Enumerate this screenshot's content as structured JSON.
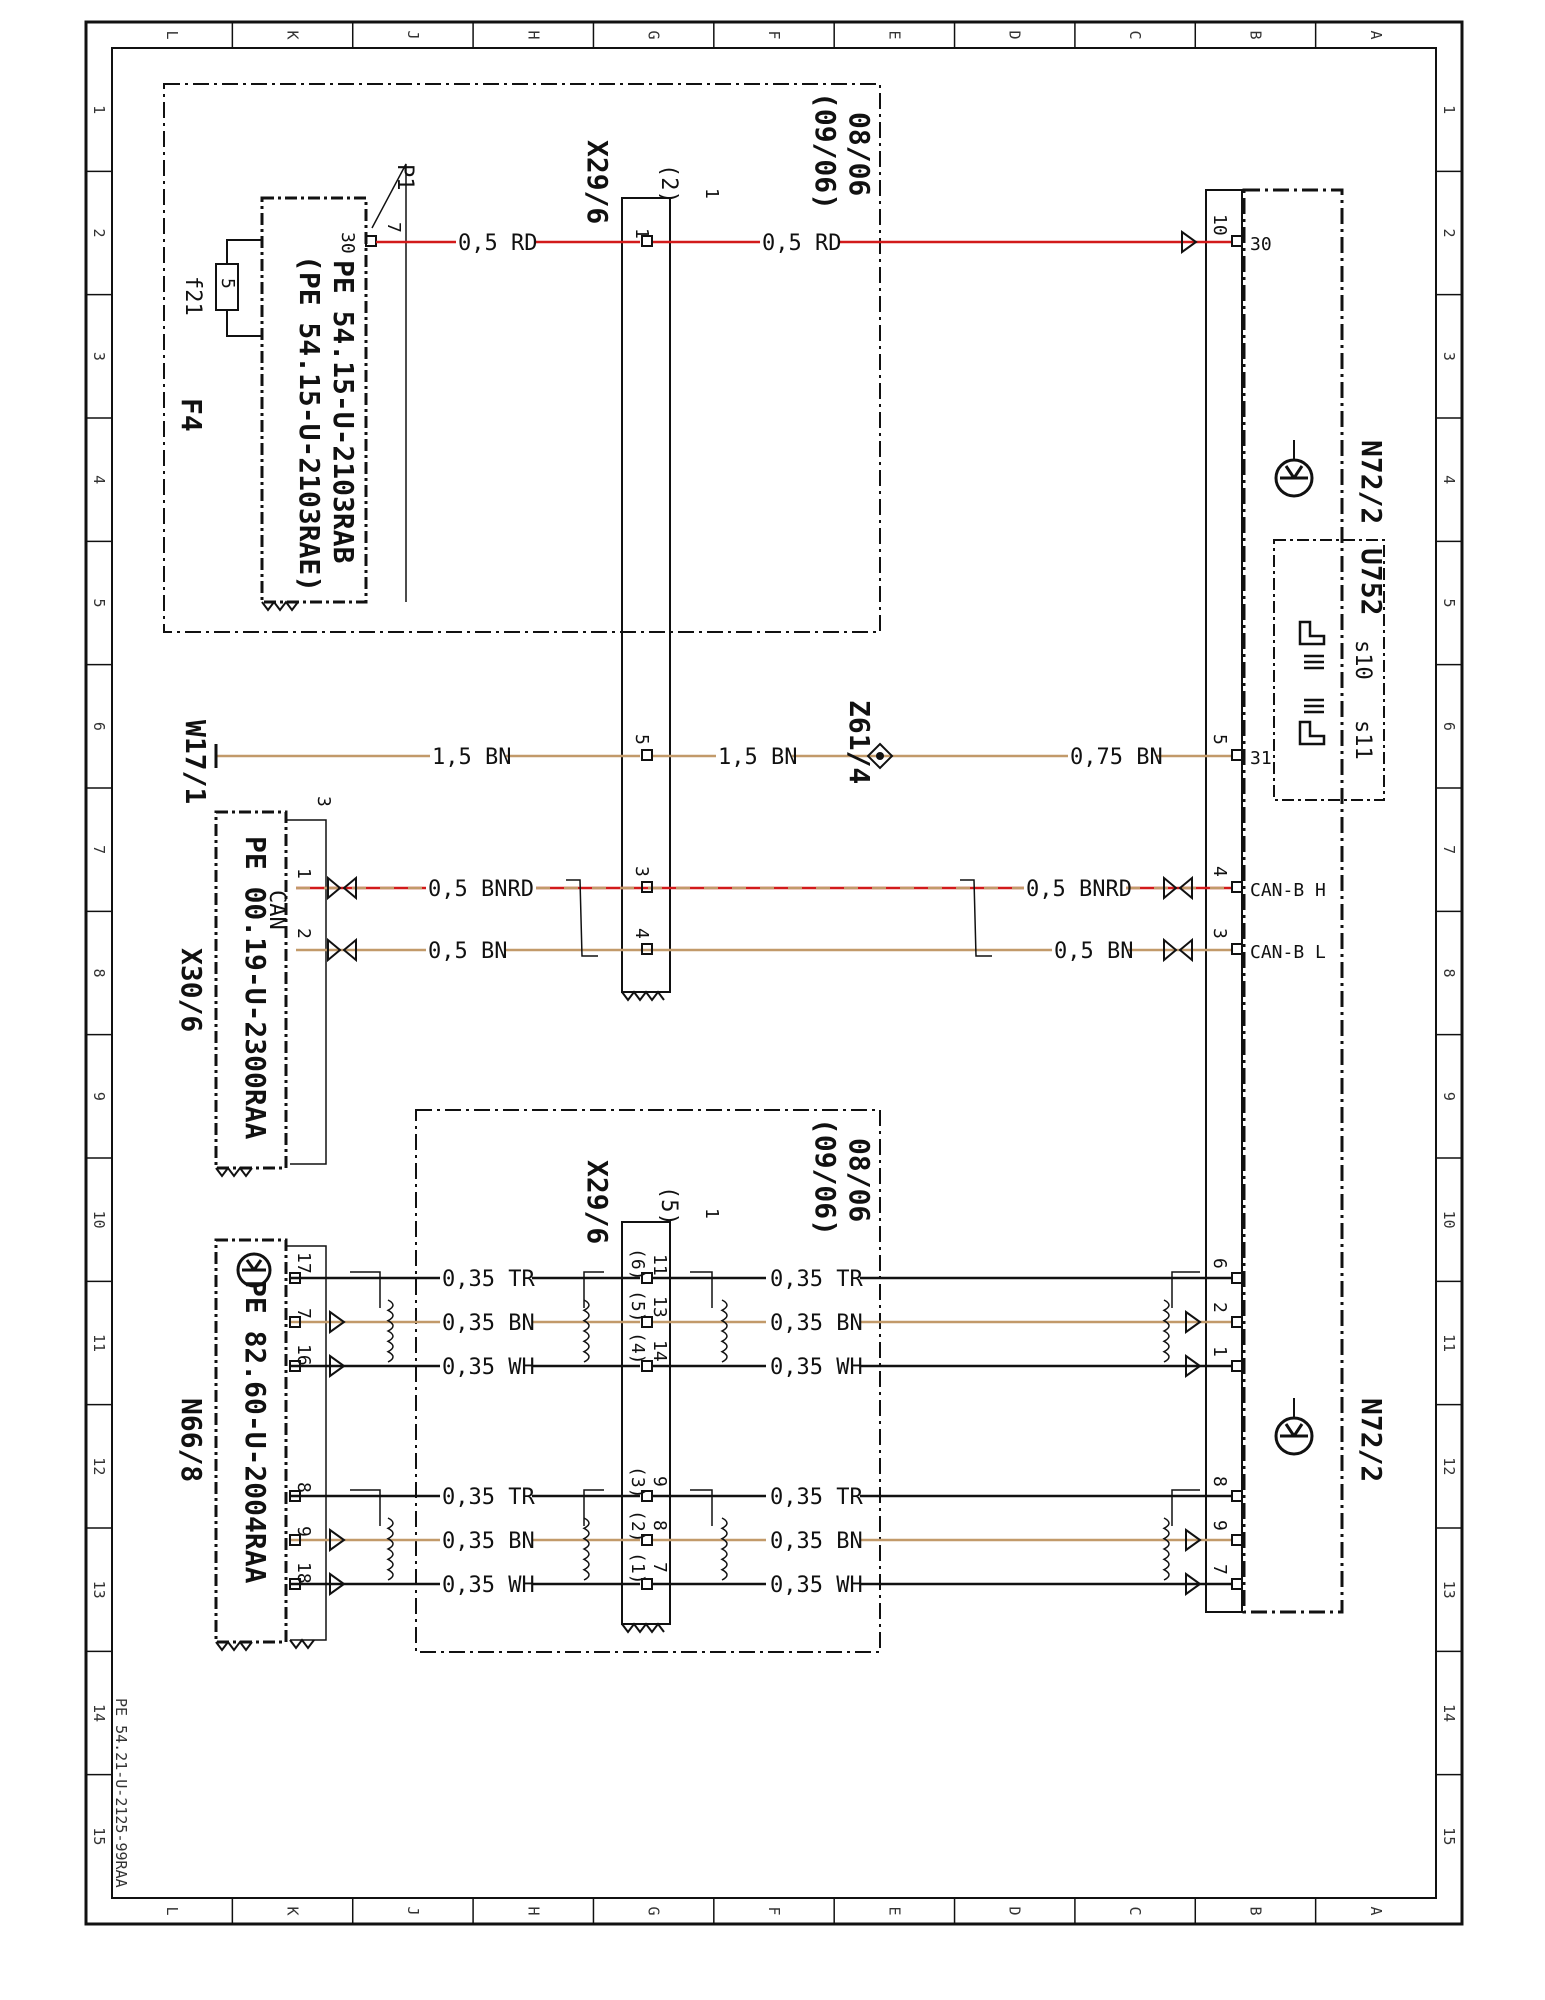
{
  "grid": {
    "letters": [
      "L",
      "K",
      "J",
      "H",
      "G",
      "F",
      "E",
      "D",
      "C",
      "B",
      "A"
    ],
    "numbers": [
      "1",
      "2",
      "3",
      "4",
      "5",
      "6",
      "7",
      "8",
      "9",
      "10",
      "11",
      "12",
      "13",
      "14",
      "15"
    ]
  },
  "doc_ref": "PE 54.21-U-2125-99RAA",
  "colors": {
    "red": "#d21a1a",
    "brown": "#c29a6a",
    "black": "#111111"
  },
  "components": {
    "n72_top": "N72/2",
    "n72_bottom": "N72/2",
    "u752": "U752",
    "s10": "s10",
    "s11": "s11",
    "f4": "F4",
    "f21": "f21",
    "f21_value": "5",
    "p1": "P1",
    "p1_pin": "7",
    "f4_ref1": "PE 54.15-U-2103RAB",
    "f4_ref2": "(PE 54.15-U-2103RAE)",
    "x29_top": "X29/6",
    "x29_top_sub": "(2)",
    "x29_top_one": "1",
    "x29_bottom": "X29/6",
    "x29_bottom_sub": "(5)",
    "x29_bottom_one": "1",
    "w17": "W17/1",
    "z61": "Z61/4",
    "x30": "X30/6",
    "x30_can": "CAN",
    "x30_ref": "PE 00.19-U-2300RAA",
    "x30_pin3": "3",
    "n66": "N66/8",
    "n66_ref": "PE 82.60-U-2004RAA",
    "date_top_1": "08/06",
    "date_top_2": "(09/06)",
    "date_bottom_1": "08/06",
    "date_bottom_2": "(09/06)"
  },
  "wires": {
    "rd_left": "0,5 RD",
    "rd_right": "0,5 RD",
    "bn_w17": "1,5 BN",
    "bn_mid": "1,5 BN",
    "bn_right": "0,75 BN",
    "canh_left": "0,5 BNRD",
    "canh_right": "0,5 BNRD",
    "canl_left": "0,5 BN",
    "canl_right": "0,5 BN",
    "bus1_tr_left": "0,35 TR",
    "bus1_bn_left": "0,35 BN",
    "bus1_wh_left": "0,35 WH",
    "bus1_tr_right": "0,35 TR",
    "bus1_bn_right": "0,35 BN",
    "bus1_wh_right": "0,35 WH",
    "bus2_tr_left": "0,35 TR",
    "bus2_bn_left": "0,35 BN",
    "bus2_wh_left": "0,35 WH",
    "bus2_tr_right": "0,35 TR",
    "bus2_bn_right": "0,35 BN",
    "bus2_wh_right": "0,35 WH"
  },
  "pins": {
    "f4_30": "30",
    "x29_1": "1",
    "n72_10": "10",
    "n72_30": "30",
    "x29_5": "5",
    "n72_5": "5",
    "n72_31": "31",
    "x30_1": "1",
    "x30_2": "2",
    "x29_3": "3",
    "x29_4": "4",
    "n72_4": "4",
    "n72_3": "3",
    "can_h": "CAN-B H",
    "can_l": "CAN-B L",
    "n66_17": "17",
    "n66_7": "7",
    "n66_16": "16",
    "n66_8": "8",
    "n66_9": "9",
    "n66_18": "18",
    "x29_11": "11",
    "x29_13": "13",
    "x29_14": "14",
    "x29_11p": "(6)",
    "x29_13p": "(5)",
    "x29_14p": "(4)",
    "x29_9": "9",
    "x29_8": "8",
    "x29_7": "7",
    "x29_9p": "(3)",
    "x29_8p": "(2)",
    "x29_7p": "(1)",
    "n72_6": "6",
    "n72_2": "2",
    "n72_1": "1",
    "n72_8": "8",
    "n72_9": "9",
    "n72_7": "7"
  }
}
